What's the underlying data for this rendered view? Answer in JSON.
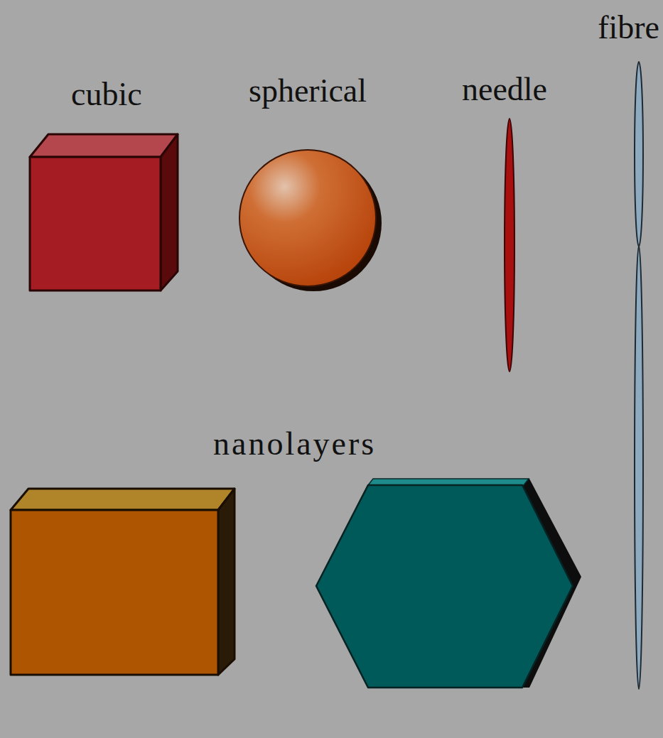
{
  "diagram": {
    "labels": [
      "cubic",
      "spherical",
      "needle",
      "fibre",
      "nanolayers"
    ]
  }
}
